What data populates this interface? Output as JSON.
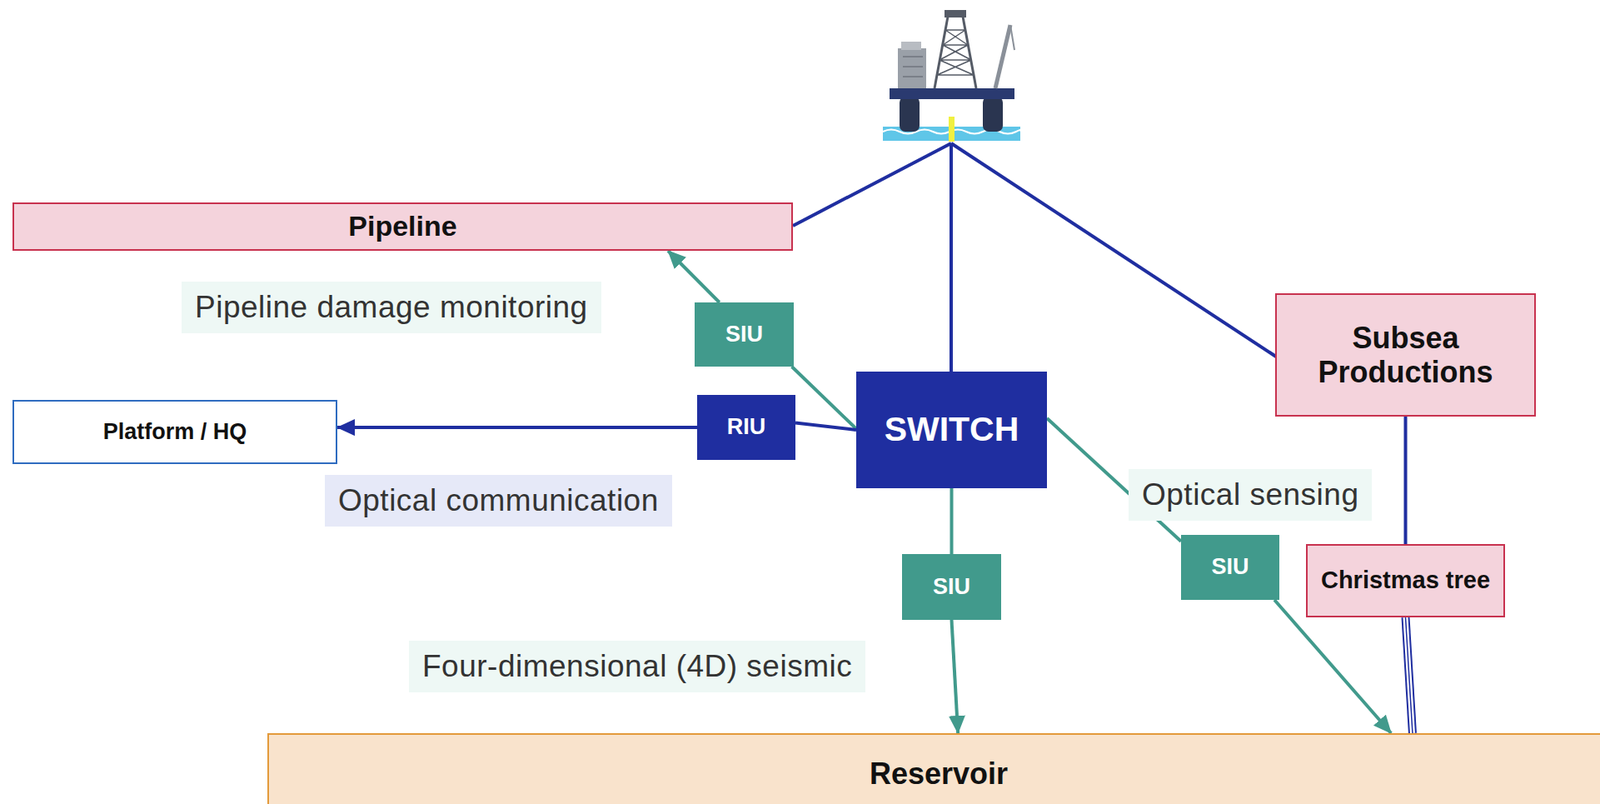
{
  "diagram": {
    "nodes": [
      {
        "text": [
          "Pipeline"
        ]
      },
      {
        "text": [
          "Subsea Productions"
        ]
      },
      {
        "text": [
          "Platform / HQ"
        ]
      },
      {
        "text": [
          "RIU"
        ]
      },
      {
        "text": [
          "SWITCH"
        ]
      },
      {
        "text": [
          "SIU"
        ]
      },
      {
        "text": [
          "SIU"
        ]
      },
      {
        "text": [
          "Christmas tree"
        ]
      },
      {
        "text": [
          "SIU"
        ]
      },
      {
        "text": [
          "Reservoir"
        ]
      }
    ],
    "edges": [
      {
        "from": 4,
        "to": 5,
        "arrow": "none"
      },
      {
        "from": 5,
        "to": 0,
        "arrow": "to"
      },
      {
        "from": 4,
        "to": 3,
        "arrow": "none"
      },
      {
        "from": 3,
        "to": 2,
        "arrow": "to"
      },
      {
        "from": 4,
        "to": 8,
        "arrow": "none"
      },
      {
        "from": 8,
        "to": 9,
        "arrow": "to"
      },
      {
        "from": 4,
        "to": 6,
        "arrow": "none"
      },
      {
        "from": 6,
        "to": 9,
        "arrow": "to"
      },
      {
        "from": 1,
        "to": 7,
        "arrow": "none"
      },
      {
        "from": 7,
        "to": 9,
        "arrow": "none"
      }
    ],
    "labels": [
      "Pipeline damage monitoring",
      "Optical communication",
      "Optical sensing",
      "Four-dimensional (4D) seismic"
    ]
  }
}
